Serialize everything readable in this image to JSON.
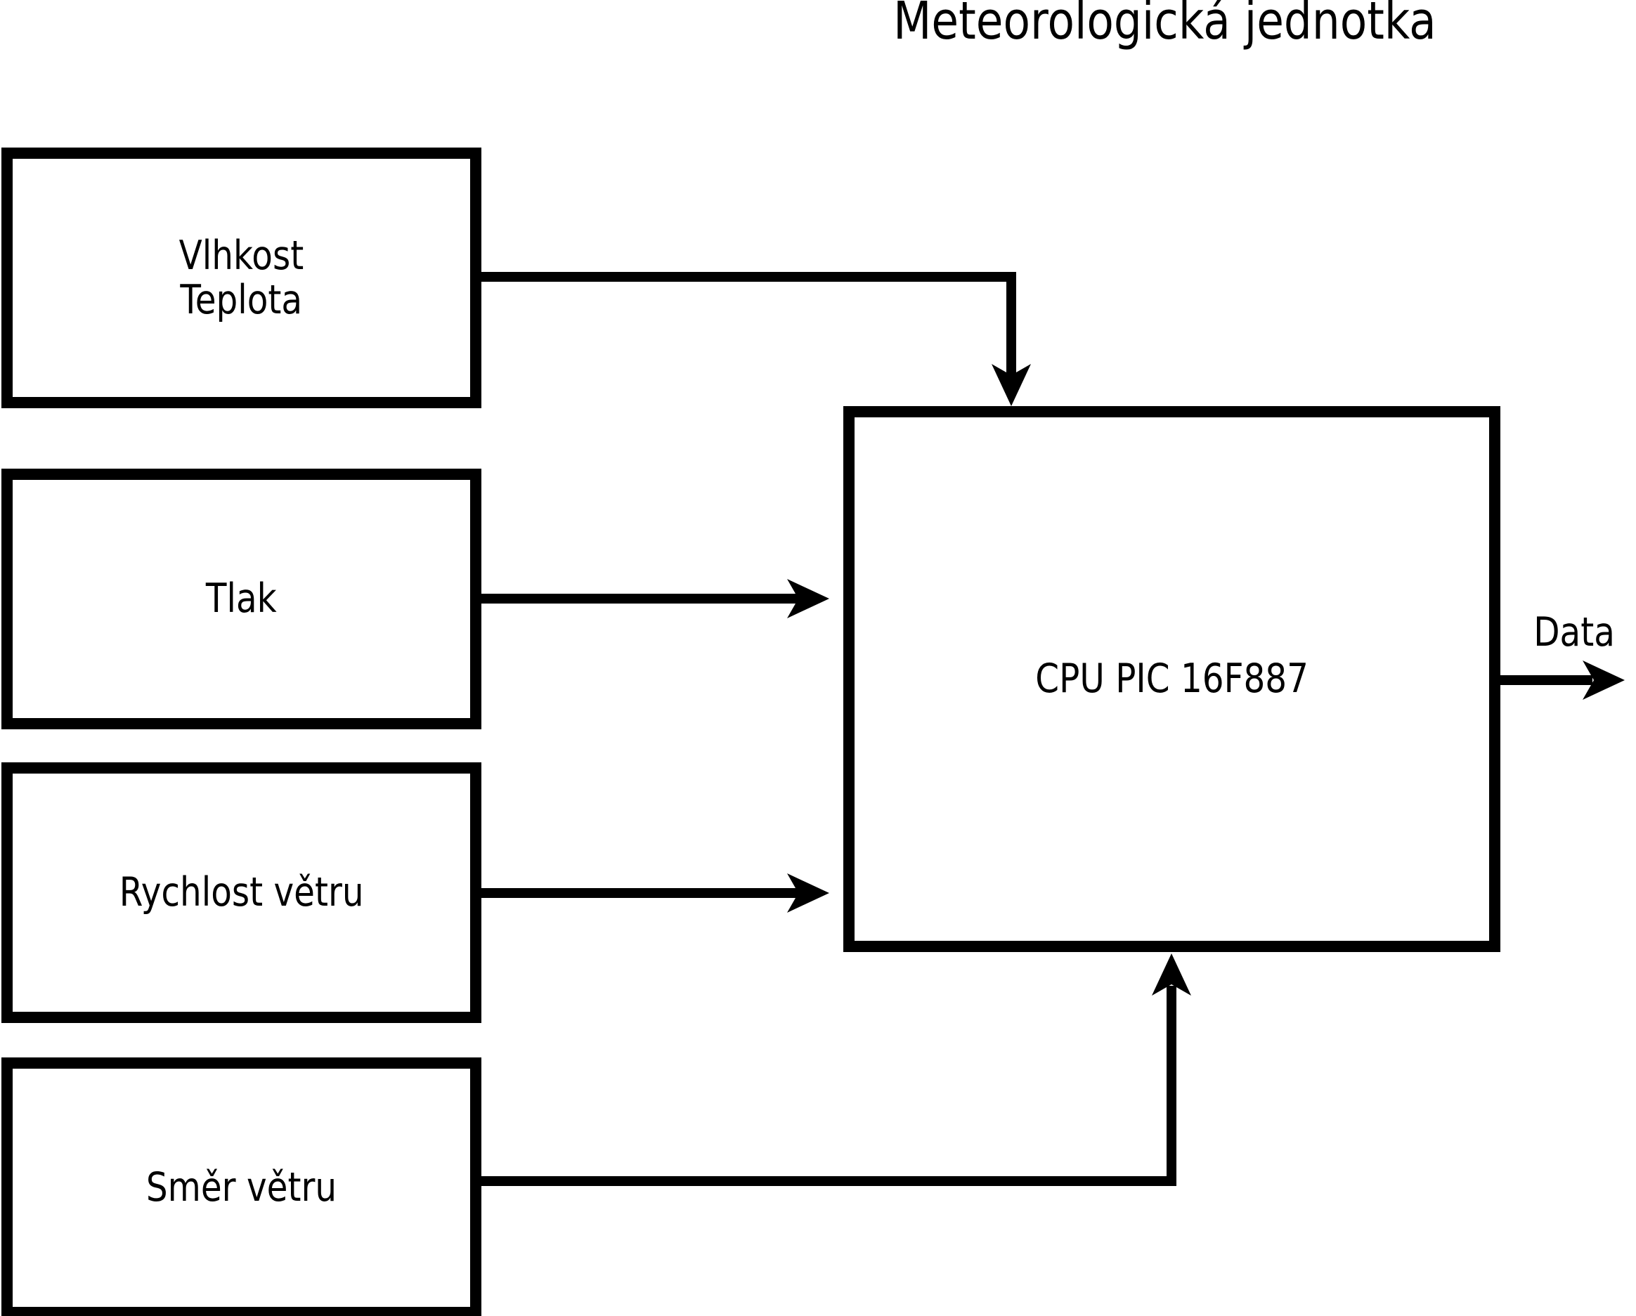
{
  "title": "Meteorologická jednotka",
  "boxes": {
    "humidity_temperature": {
      "line1": "Vlhkost",
      "line2": "Teplota"
    },
    "pressure": {
      "label": "Tlak"
    },
    "wind_speed": {
      "label": "Rychlost větru"
    },
    "wind_direction": {
      "label": "Směr větru"
    },
    "cpu": {
      "label": "CPU PIC 16F887"
    }
  },
  "output_arrow": {
    "label": "Data"
  },
  "colors": {
    "ink": "#000000",
    "background": "#ffffff"
  }
}
